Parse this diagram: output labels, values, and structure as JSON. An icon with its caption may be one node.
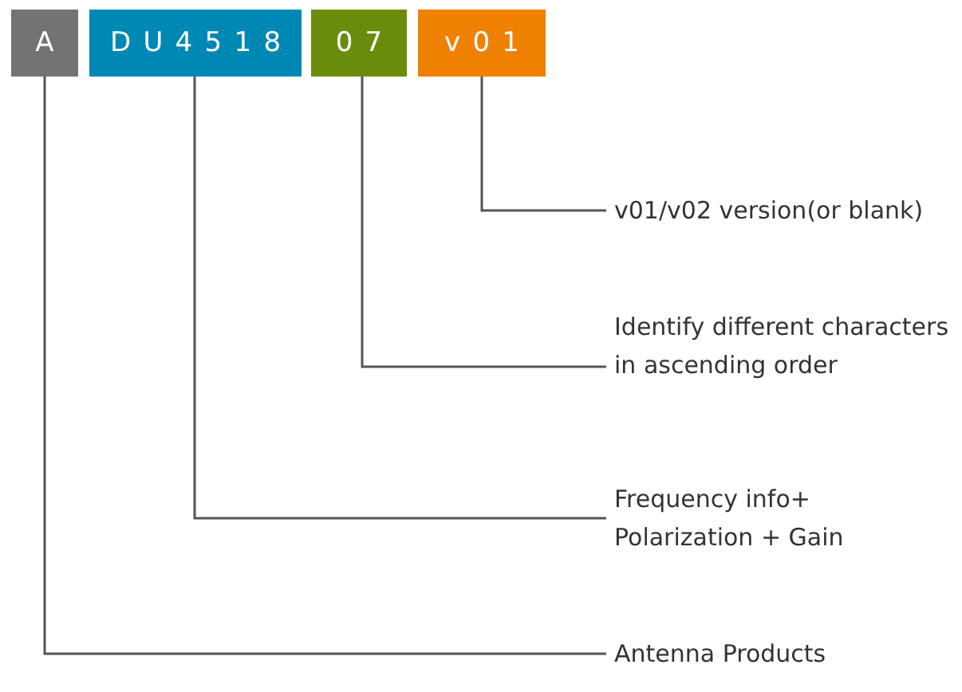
{
  "diagram": {
    "nodes": [
      {
        "text": [
          "A"
        ]
      },
      {
        "text": [
          "DU4518"
        ]
      },
      {
        "text": [
          "07"
        ]
      },
      {
        "text": [
          "v01"
        ]
      },
      {
        "text": [
          "v01/v02 version(or blank)"
        ]
      },
      {
        "text": [
          "Identify different characters in ascending order"
        ]
      },
      {
        "text": [
          "Frequency info+ Polarization + Gain"
        ]
      },
      {
        "text": [
          "Antenna Products"
        ]
      }
    ],
    "edges": [
      {
        "from": 4,
        "to": 3,
        "arrow": "none"
      },
      {
        "from": 5,
        "to": 2,
        "arrow": "none"
      },
      {
        "from": 6,
        "to": 1,
        "arrow": "none"
      },
      {
        "from": 7,
        "to": 0,
        "arrow": "none"
      }
    ]
  }
}
